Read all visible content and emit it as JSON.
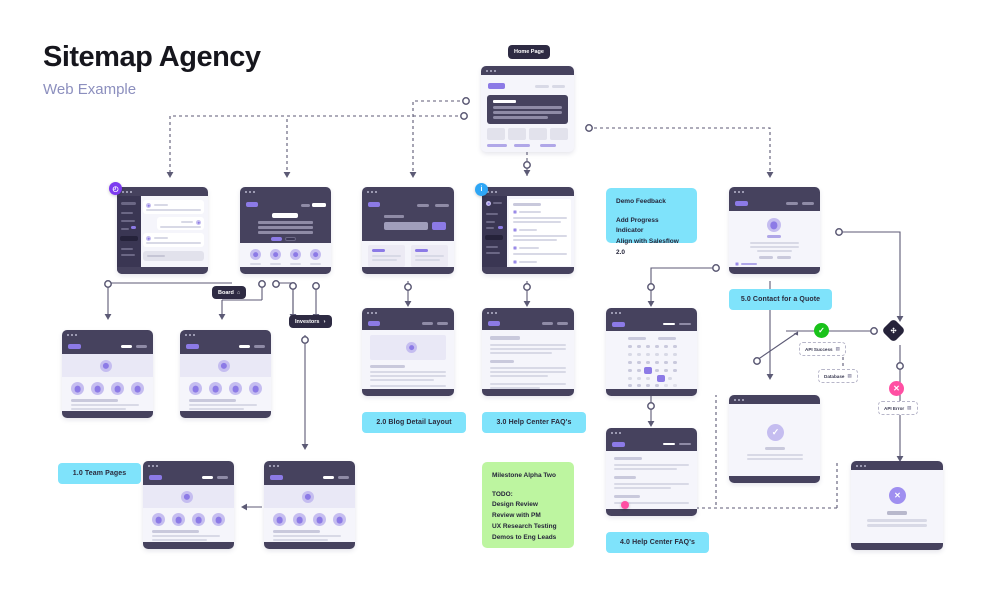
{
  "header": {
    "title": "Sitemap Agency",
    "subtitle": "Web Example"
  },
  "colors": {
    "accent_cyan": "#7fe3fb",
    "accent_green": "#bdf5a0",
    "purple": "#8c7ae6",
    "dark": "#46425e",
    "success": "#19c21a",
    "error": "#ff4fa3",
    "badge_purple": "#7d3bf0",
    "badge_blue": "#2ea6f5",
    "canvas": "#ffffff"
  },
  "top_node": {
    "label": "Home Page"
  },
  "tags": [
    {
      "id": "tag-team-pages",
      "label": "1.0 Team Pages"
    },
    {
      "id": "tag-blog-detail",
      "label": "2.0 Blog Detail Layout"
    },
    {
      "id": "tag-help-center",
      "label": "3.0 Help Center FAQ's"
    },
    {
      "id": "tag-help-center-4",
      "label": "4.0 Help Center FAQ's"
    },
    {
      "id": "tag-contact-quote",
      "label": "5.0 Contact for a Quote"
    }
  ],
  "notes": [
    {
      "id": "note-demo-feedback",
      "color": "cyan",
      "heading": "Demo Feedback",
      "lines": [
        "Add Progress Indicator",
        "Align with Salesflow 2.0"
      ]
    },
    {
      "id": "note-milestone",
      "color": "green",
      "heading": "Milestone Alpha Two",
      "lines": [
        "TODO:",
        "Design Review",
        "Review with PM",
        "UX Research Testing",
        "Demos to Eng Leads"
      ]
    }
  ],
  "chips_dark": [
    {
      "id": "chip-board",
      "label": "Board",
      "icon": "lock-icon",
      "glyph": "⌂"
    },
    {
      "id": "chip-investors",
      "label": "Investors",
      "icon": "globe-icon",
      "glyph": "◑"
    }
  ],
  "chips_dashed": [
    {
      "id": "chip-api-success",
      "label": "API Success",
      "icon": "document-icon",
      "glyph": "▧"
    },
    {
      "id": "chip-database",
      "label": "Database",
      "icon": "database-icon",
      "glyph": "▧"
    },
    {
      "id": "chip-api-error",
      "label": "API Error",
      "icon": "document-icon",
      "glyph": "▧"
    }
  ],
  "flow_nodes": [
    {
      "id": "node-success",
      "type": "check",
      "glyph": "✓",
      "color": "#19c21a"
    },
    {
      "id": "node-error",
      "type": "close",
      "glyph": "✕",
      "color": "#ff4fa3"
    },
    {
      "id": "node-decision",
      "type": "diamond",
      "glyph": "✣",
      "color": "#26233a"
    }
  ],
  "badges": [
    {
      "id": "badge-history",
      "icon": "clock-icon",
      "glyph": "◴",
      "color": "#7d3bf0"
    },
    {
      "id": "badge-info",
      "icon": "info-icon",
      "glyph": "i",
      "color": "#2ea6f5"
    }
  ],
  "screens": [
    {
      "id": "screen-messages",
      "name": "messages-app-screen"
    },
    {
      "id": "screen-team-hero",
      "name": "team-hero-screen"
    },
    {
      "id": "screen-blog-search",
      "name": "blog-search-screen"
    },
    {
      "id": "screen-faq-list",
      "name": "faq-list-screen"
    },
    {
      "id": "screen-profile",
      "name": "profile-screen"
    },
    {
      "id": "screen-team-a",
      "name": "team-page-a-screen"
    },
    {
      "id": "screen-team-b",
      "name": "team-page-b-screen"
    },
    {
      "id": "screen-blog-detail",
      "name": "blog-detail-screen"
    },
    {
      "id": "screen-help-article",
      "name": "help-article-screen"
    },
    {
      "id": "screen-calendar",
      "name": "calendar-screen"
    },
    {
      "id": "screen-confirmation",
      "name": "confirmation-screen"
    },
    {
      "id": "screen-help-list",
      "name": "help-list-screen"
    },
    {
      "id": "screen-team-c",
      "name": "team-page-c-screen"
    },
    {
      "id": "screen-team-d",
      "name": "team-page-d-screen"
    },
    {
      "id": "screen-error",
      "name": "error-page-screen"
    }
  ]
}
